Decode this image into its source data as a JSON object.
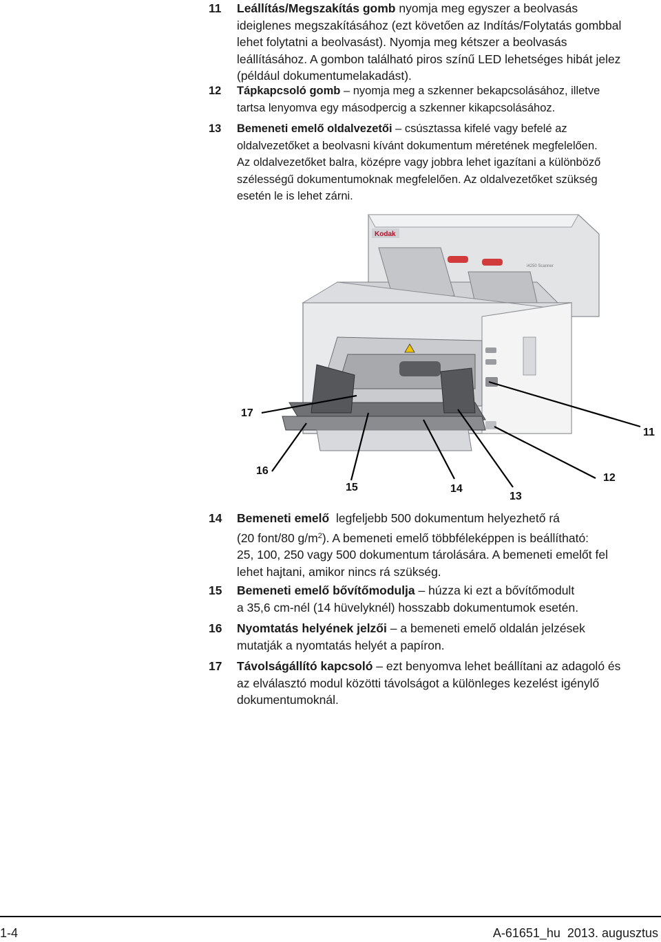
{
  "items_top": [
    {
      "num": "11",
      "term": "Leállítás/Megszakítás gomb",
      "lines": [
        "nyomja meg egyszer a beolvasás",
        "ideiglenes megszakításához (ezt követően az Indítás/Folytatás gombbal",
        "lehet folytatni a beolvasást). Nyomja meg kétszer a beolvasás",
        "leállításához. A gombon található piros színű LED lehetséges hibát jelez",
        "(például dokumentumelakadást)."
      ]
    },
    {
      "num": "12",
      "term": "Tápkapcsoló gomb",
      "lines": [
        "– nyomja meg a szkenner bekapcsolásához, illetve",
        "tartsa lenyomva egy másodpercig a szkenner kikapcsolásához."
      ]
    },
    {
      "num": "13",
      "term": "Bemeneti emelő oldalvezetői",
      "lines": [
        "– csúsztassa kifelé vagy befelé az",
        "oldalvezetőket a beolvasni kívánt dokumentum méretének megfelelően.",
        "Az oldalvezetőket balra, középre vagy jobbra lehet igazítani a különböző",
        "szélességű dokumentumoknak megfelelően. Az oldalvezetőket szükség",
        "esetén le is lehet zárni."
      ]
    }
  ],
  "figure": {
    "brand": "Kodak",
    "model": "i4250 Scanner",
    "callouts": [
      "17",
      "11",
      "16",
      "15",
      "14",
      "13",
      "12"
    ]
  },
  "items_bottom": [
    {
      "num": "14",
      "term": "Bemeneti emelő",
      "lines": [
        "legfeljebb 500 dokumentum helyezhető rá",
        "(20 font/80 g/m",
        "2",
        "). A bemeneti emelő többféleképpen is beállítható:",
        "25, 100, 250 vagy 500 dokumentum tárolására. A bemeneti emelőt fel",
        "lehet hajtani, amikor nincs rá szükség."
      ]
    },
    {
      "num": "15",
      "term": "Bemeneti emelő bővítőmodulja",
      "lines": [
        "– húzza ki ezt a bővítőmodult",
        "a 35,6 cm-nél (14 hüvelyknél) hosszabb dokumentumok esetén."
      ]
    },
    {
      "num": "16",
      "term": "Nyomtatás helyének jelzői",
      "lines": [
        "– a bemeneti emelő oldalán jelzések",
        "mutatják a nyomtatás helyét a papíron."
      ]
    },
    {
      "num": "17",
      "term": "Távolságállító kapcsoló",
      "lines": [
        "– ezt benyomva lehet beállítani az adagoló és",
        "az elválasztó modul közötti távolságot a különleges kezelést igénylő",
        "dokumentumoknál."
      ]
    }
  ],
  "footer": {
    "page": "1-4",
    "doc": "A-61651_hu  2013. augusztus"
  }
}
